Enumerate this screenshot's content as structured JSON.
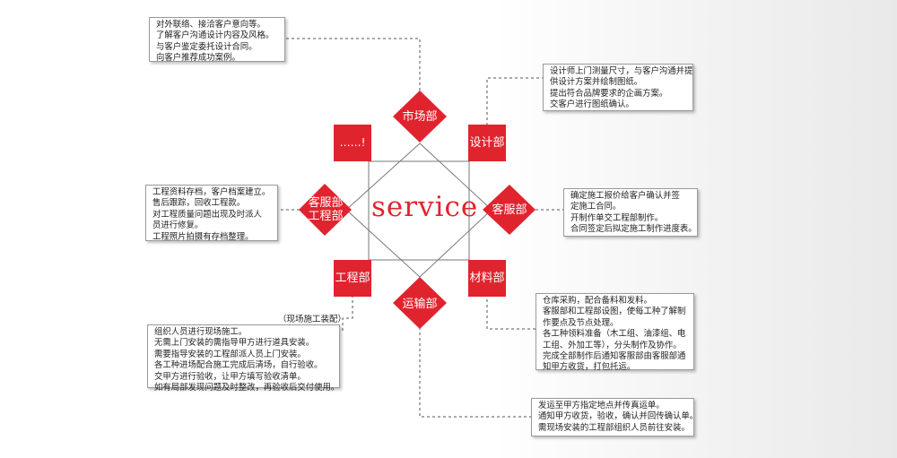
{
  "accent_color": "#e0242e",
  "center_word": "service",
  "nodes": {
    "market": "市场部",
    "design": "设计部",
    "service_right": "客服部",
    "materials": "材料部",
    "transport": "运输部",
    "engineering": "工程部",
    "service_left_line1": "客服部",
    "service_left_line2": "工程部",
    "etc": "……!"
  },
  "onsite_note": "（现场施工装配）",
  "boxes": {
    "market": [
      "对外联络、接洽客户意向等。",
      "了解客户沟通设计内容及风格。",
      "与客户鉴定委托设计合同。",
      "向客户推荐成功案例。"
    ],
    "design": [
      "设计师上门测量尺寸，与客户沟通并提",
      "供设计方案并绘制图纸。",
      "提出符合品牌要求的企画方案。",
      "交客户进行图纸确认。"
    ],
    "service_right": [
      "确定施工报价给客户确认并签",
      "定施工合同。",
      "开制作单交工程部制作。",
      "合同签定后拟定施工制作进度表。"
    ],
    "service_left": [
      "工程资料存档，客户档案建立。",
      "售后跟踪，回收工程款。",
      "对工程质量问题出现及时派人",
      "员进行修复。",
      "工程照片拍摄有存档整理。"
    ],
    "materials": [
      "仓库采购，配合备料和发料。",
      "客服部和工程部设图，使每工种了解制",
      "作要点及节点处理。",
      "各工种领料准备（木工组、油漆组、电",
      "工组、外加工等），分头制作及协作。",
      "完成全部制作后通知客服部由客服部通",
      "知甲方收货，打包托运。"
    ],
    "engineering": [
      "组织人员进行现场施工。",
      "无需上门安装的需指导甲方进行道具安装。",
      "需要指导安装的工程部派人员上门安装。",
      "各工种进场配合施工完成后清场，自行验收。",
      "交甲方进行验收，让甲方填写验收清单。",
      "如有局部发现问题及时整改，再验收后交付使用。"
    ],
    "transport": [
      "发运至甲方指定地点并传真运单。",
      "通知甲方收货，验收，确认并回传确认单。",
      "需现场安装的工程部组织人员前往安装。"
    ]
  }
}
